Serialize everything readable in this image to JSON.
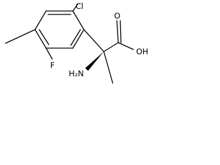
{
  "molecule": {
    "labels": {
      "chlorine": "Cl",
      "fluorine": "F",
      "hydroxyl": "OH",
      "carbonyl_oxygen": "O",
      "amine": "H₂N"
    },
    "colors": {
      "bond": "#000000",
      "text": "#000000",
      "background": "#ffffff"
    }
  }
}
